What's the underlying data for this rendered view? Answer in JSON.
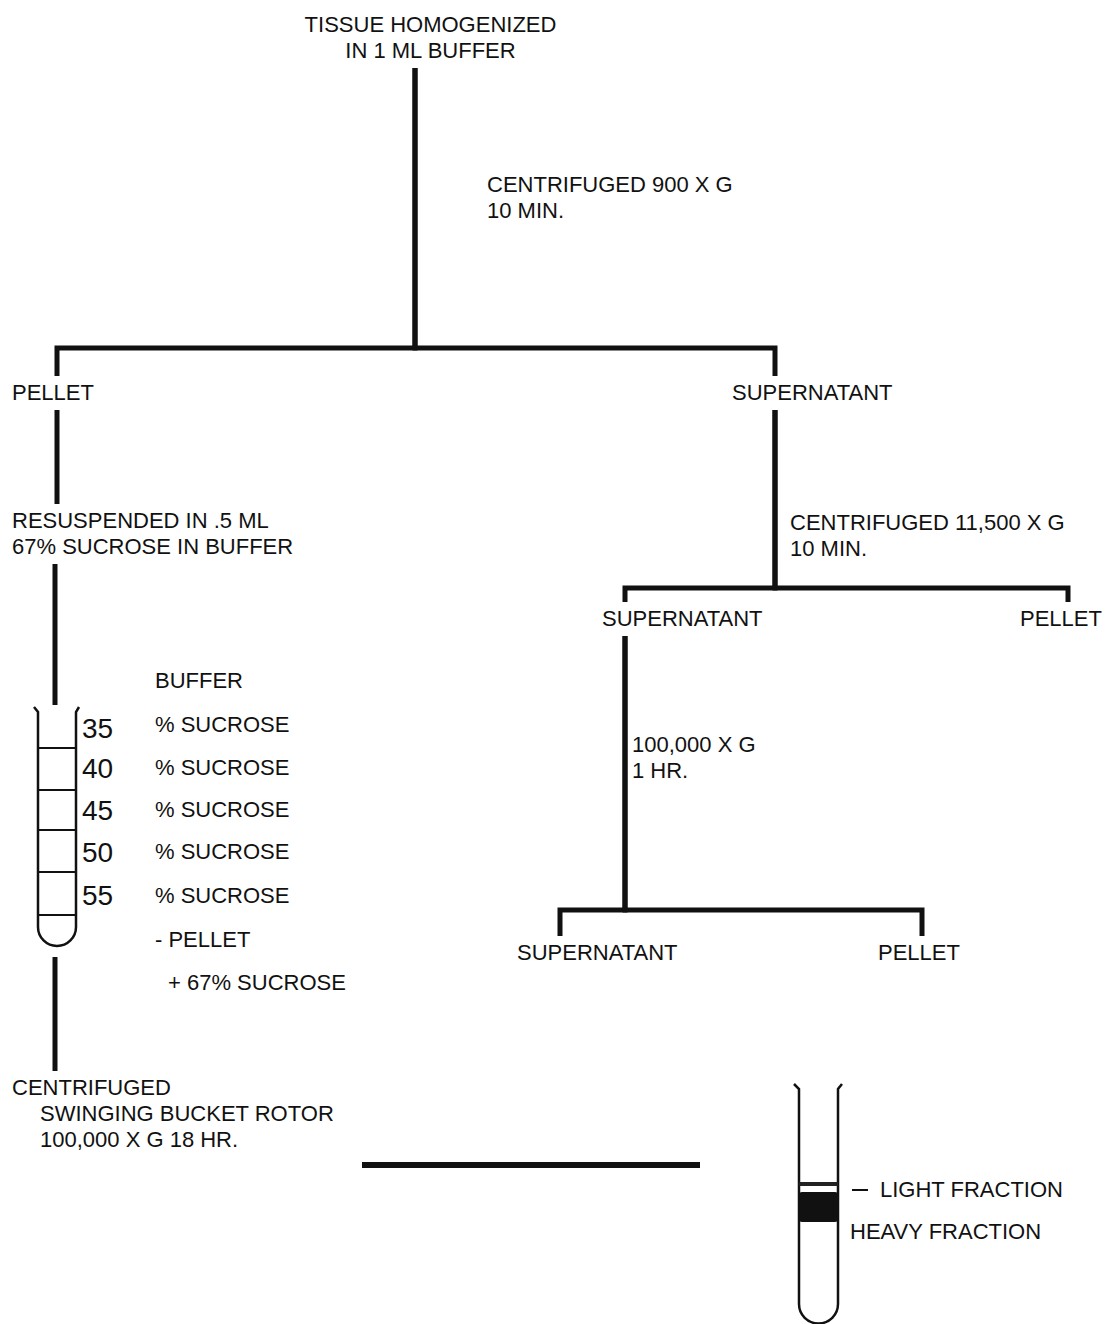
{
  "diagram": {
    "nodes": [
      {
        "text": [
          "TISSUE HOMOGENIZED IN 1 ML BUFFER"
        ]
      },
      {
        "text": [
          "PELLET"
        ]
      },
      {
        "text": [
          "SUPERNATANT"
        ]
      },
      {
        "text": [
          "RESUSPENDED IN .5 ML 67% SUCROSE IN BUFFER"
        ]
      },
      {
        "text": [
          "SUPERNATANT"
        ]
      },
      {
        "text": [
          "PELLET"
        ]
      },
      {
        "text": [
          "35",
          "40",
          "45",
          "50",
          "55"
        ]
      },
      {
        "text": [
          "SUPERNATANT"
        ]
      },
      {
        "text": [
          "PELLET"
        ]
      },
      {
        "text": [
          "CENTRIFUGED",
          "SWINGING BUCKET ROTOR 100,000 X G 18 HR."
        ]
      },
      {
        "text": [
          "LIGHT FRACTION",
          "HEAVY FRACTION"
        ]
      }
    ],
    "edges": [
      {
        "from": 0,
        "to": 1,
        "arrow": "none"
      },
      {
        "from": 0,
        "to": 2,
        "label": "CENTRIFUGED 900 X G 10 MIN.",
        "arrow": "none"
      },
      {
        "from": 1,
        "to": 3,
        "arrow": "none"
      },
      {
        "from": 2,
        "to": 4,
        "label": "CENTRIFUGED 11,500 X G 10 MIN.",
        "arrow": "none"
      },
      {
        "from": 2,
        "to": 5,
        "arrow": "none"
      },
      {
        "from": 3,
        "to": 6,
        "arrow": "none"
      },
      {
        "from": 4,
        "to": 7,
        "label": "100,000 X G 1 HR.",
        "arrow": "none"
      },
      {
        "from": 4,
        "to": 8,
        "arrow": "none"
      },
      {
        "from": 6,
        "to": 9,
        "arrow": "none"
      },
      {
        "from": 9,
        "to": 10,
        "arrow": "none"
      }
    ],
    "labels": [
      "BUFFER",
      "% SUCROSE",
      "% SUCROSE",
      "% SUCROSE",
      "% SUCROSE",
      "% SUCROSE",
      "- PELLET",
      "+ 67% SUCROSE"
    ]
  }
}
